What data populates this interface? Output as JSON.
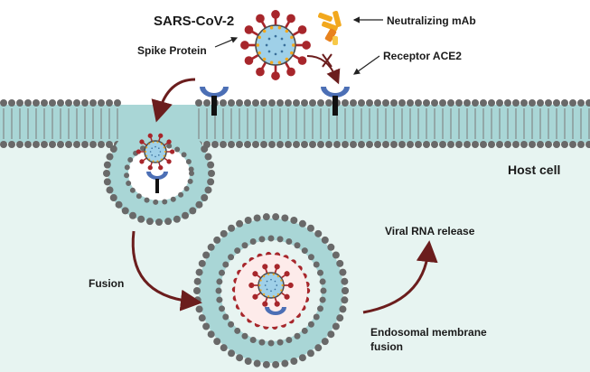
{
  "labels": {
    "virus": "SARS-CoV-2",
    "antibody": "Neutralizing mAb",
    "spike": "Spike Protein",
    "receptor": "Receptor ACE2",
    "host_cell": "Host cell",
    "rna_release": "Viral RNA release",
    "fusion": "Fusion",
    "endosomal_line1": "Endosomal membrane",
    "endosomal_line2": "fusion"
  },
  "colors": {
    "cytoplasm": "#e7f4f1",
    "membrane_band": "#a9d6d6",
    "lipid_head": "#696969",
    "lipid_tail": "#7a7a7a",
    "spike": "#a7262b",
    "virion_fill": "#9fd0e8",
    "receptor": "#4c6fb5",
    "antibody_orange": "#f2a81d",
    "arrow": "#6b1d1d",
    "endosome_core": "#fdebea"
  },
  "icons": [
    "virus-icon",
    "antibody-icon",
    "receptor-icon",
    "block-mark-icon",
    "endosome-icon"
  ]
}
